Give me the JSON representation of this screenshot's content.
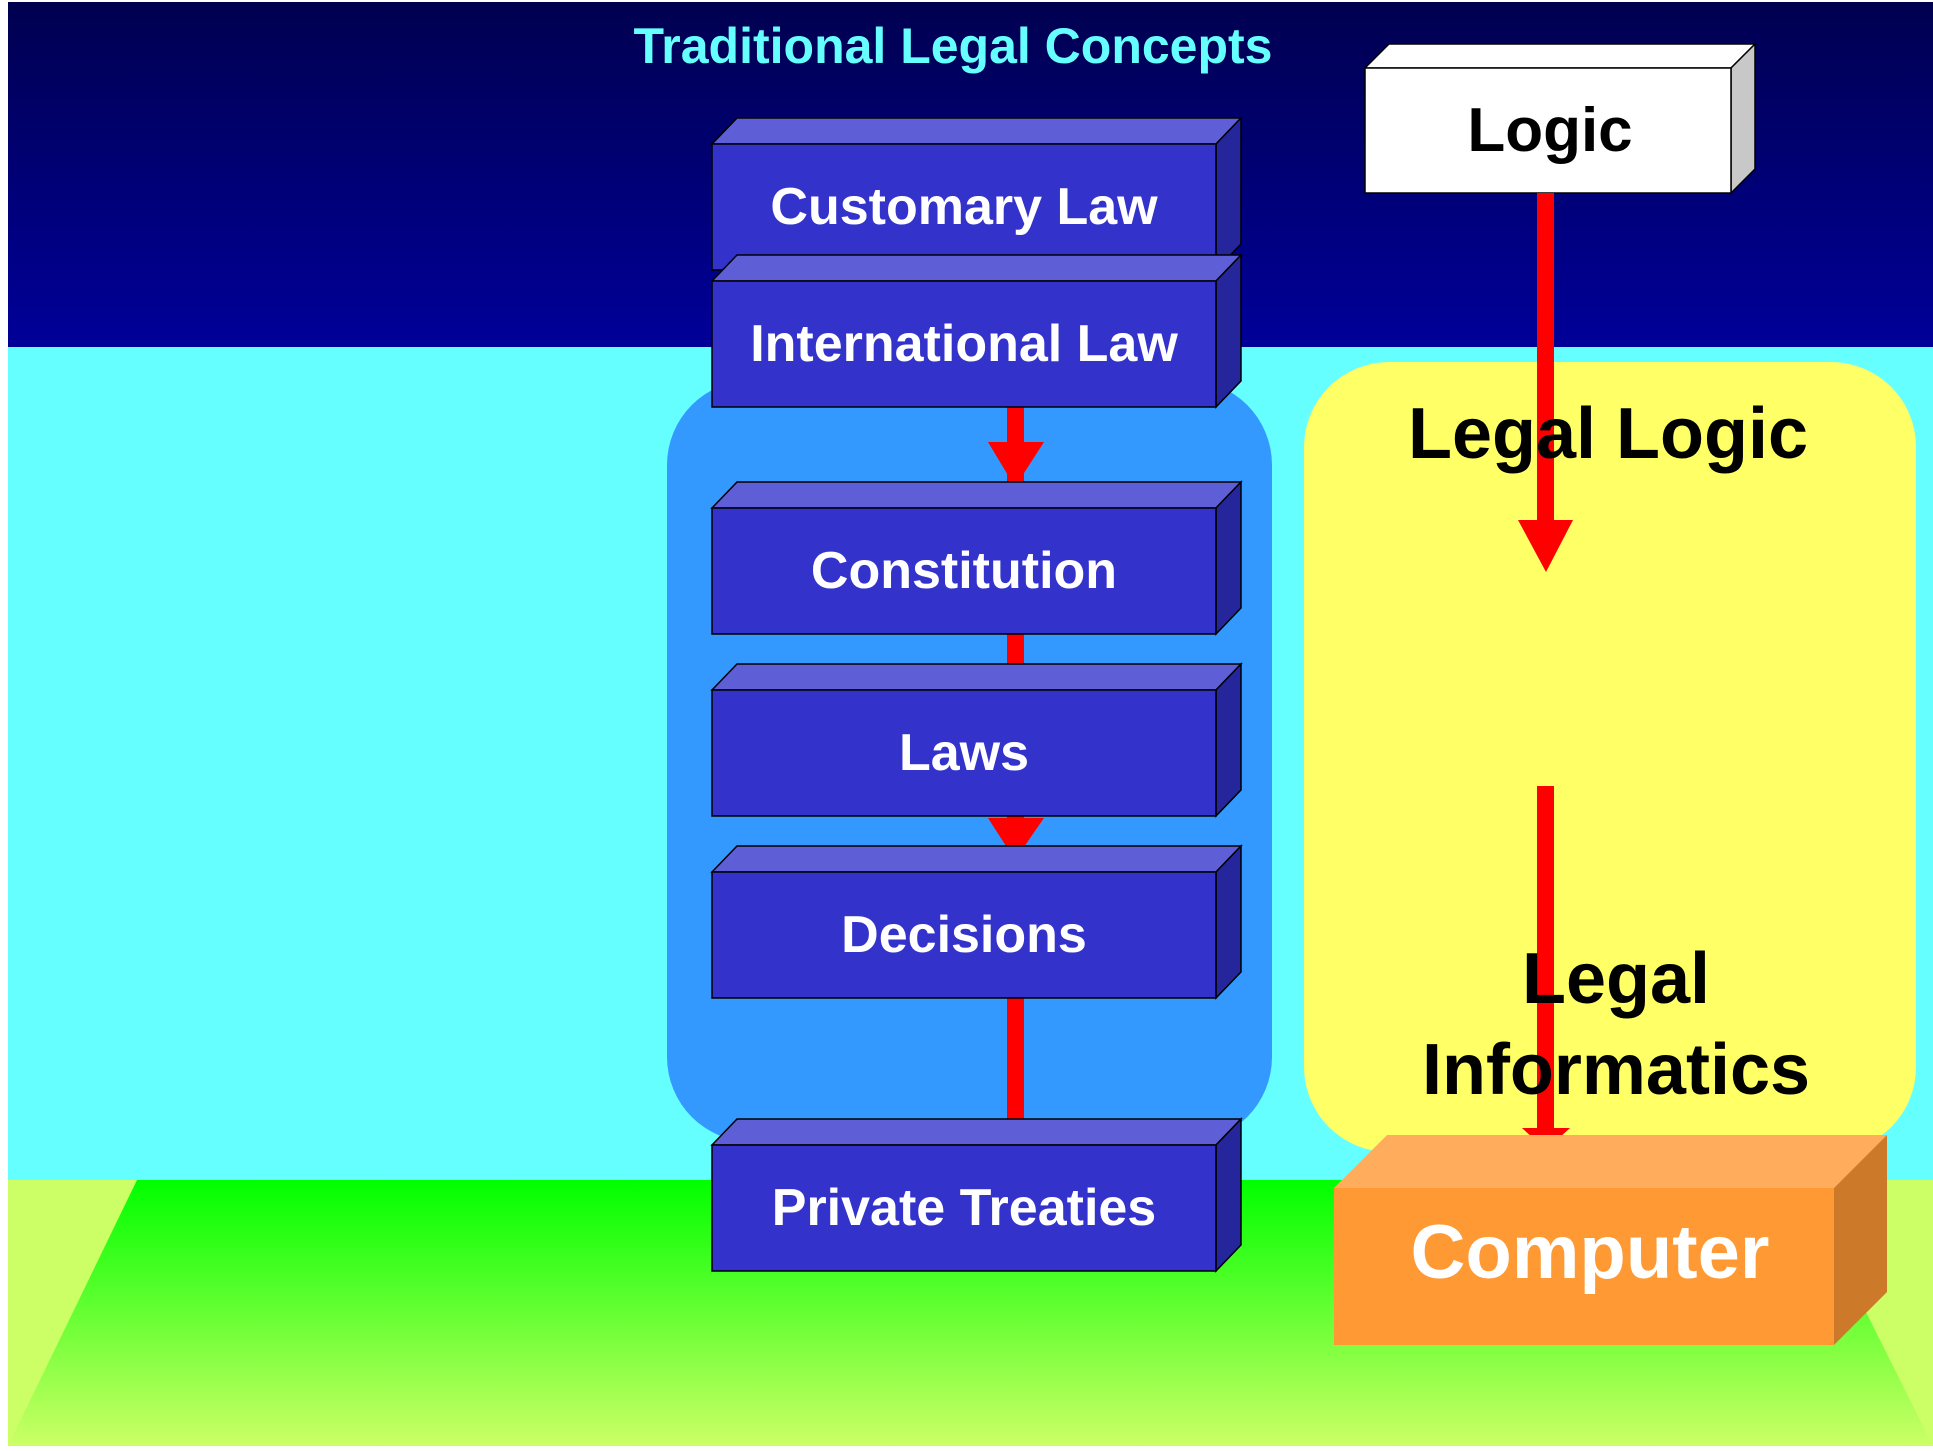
{
  "title": "Traditional Legal Concepts",
  "hierarchy": {
    "customary": "Customary Law",
    "international": "International Law",
    "constitution": "Constitution",
    "laws": "Laws",
    "decisions": "Decisions",
    "private_treaties": "Private Treaties"
  },
  "logic_box": "Logic",
  "legal_logic": "Legal Logic",
  "legal_informatics": {
    "line1": "Legal",
    "line2": "Informatics"
  },
  "computer_box": "Computer",
  "colors": {
    "sky_top": "#000050",
    "sky_bottom": "#000099",
    "backdrop": "#66FFFF",
    "title_text": "#66FFFF",
    "floor_top": "#00FF00",
    "floor_bottom": "#CCFF66",
    "hierarchy_panel": "#3399FF",
    "box_front": "#3333CC",
    "box_top": "#5E5ED6",
    "box_side": "#26269C",
    "logic_front": "#FFFFFF",
    "logic_side": "#C8C8C8",
    "legal_logic_panel": "#FFFF66",
    "computer_front": "#FF9933",
    "computer_top": "#FFAD5C",
    "computer_side": "#CC7A29",
    "arrow": "#FF0000"
  }
}
